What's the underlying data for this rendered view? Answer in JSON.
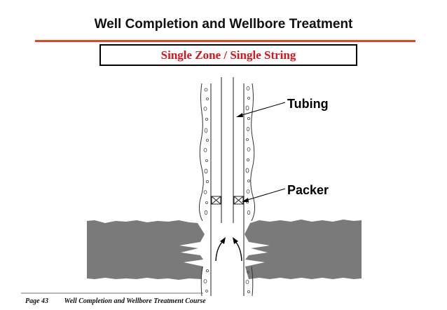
{
  "title": "Well Completion and Wellbore Treatment",
  "subtitle": "Single Zone / Single String",
  "labels": {
    "tubing": "Tubing",
    "packer": "Packer"
  },
  "footer": {
    "page": "Page 43",
    "course": "Well Completion and Wellbore Treatment Course"
  },
  "colors": {
    "title_rule": "#e8421f",
    "subtitle_text": "#d4151c",
    "formation": "#7a7a7a"
  }
}
